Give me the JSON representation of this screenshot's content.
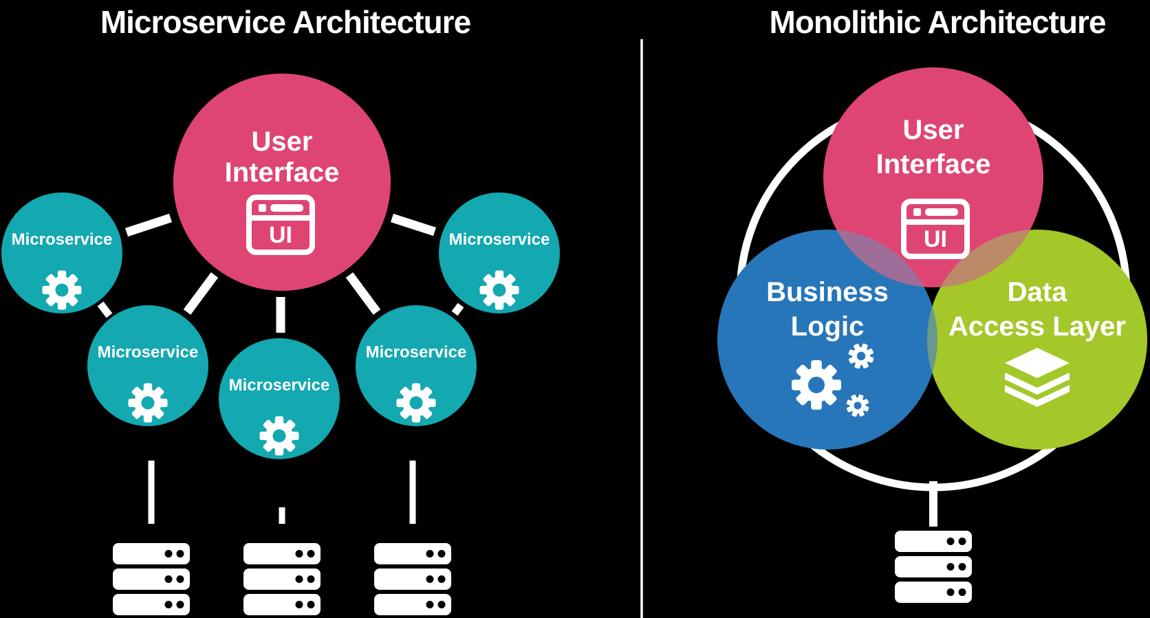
{
  "left_panel": {
    "title": "Microservice Architecture",
    "hub": {
      "label_line1": "User",
      "label_line2": "Interface",
      "icon": "browser-ui-icon",
      "icon_label": "UI"
    },
    "satellites": [
      {
        "label": "Microservice",
        "icon": "gear-icon"
      },
      {
        "label": "Microservice",
        "icon": "gear-icon"
      },
      {
        "label": "Microservice",
        "icon": "gear-icon"
      },
      {
        "label": "Microservice",
        "icon": "gear-icon"
      },
      {
        "label": "Microservice",
        "icon": "gear-icon"
      }
    ],
    "server_count": 3
  },
  "right_panel": {
    "title": "Monolithic Architecture",
    "layers": [
      {
        "name": "user-interface",
        "label_line1": "User",
        "label_line2": "Interface",
        "icon": "browser-ui-icon",
        "icon_label": "UI"
      },
      {
        "name": "business-logic",
        "label_line1": "Business",
        "label_line2": "Logic",
        "icon": "gears-icon"
      },
      {
        "name": "data-access-layer",
        "label_line1": "Data",
        "label_line2": "Access Layer",
        "icon": "layers-icon"
      }
    ],
    "server_count": 1
  },
  "colors": {
    "background": "#000000",
    "pink": "#DE4573",
    "teal": "#14A8B0",
    "blue": "#2776B9",
    "green": "#A4C72A",
    "white": "#FFFFFF",
    "overlap_pink_blue": "#9F6E98",
    "overlap_pink_green": "#BC8A69",
    "overlap_blue_green": "#68998E"
  }
}
